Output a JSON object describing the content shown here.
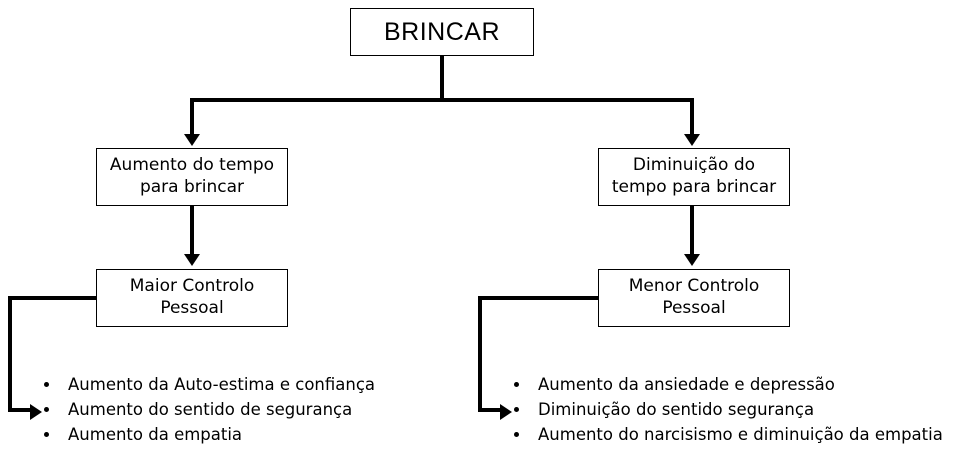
{
  "diagram": {
    "title": "BRINCAR",
    "root": {
      "label": "BRINCAR"
    },
    "branches": {
      "left": {
        "level1": "Aumento do tempo\npara brincar",
        "level1_line1": "Aumento do tempo",
        "level1_line2": "para brincar",
        "level2_line1": "Maior Controlo",
        "level2_line2": "Pessoal",
        "outcomes": [
          "Aumento da Auto-estima e confiança",
          "Aumento do sentido de segurança",
          "Aumento da empatia"
        ]
      },
      "right": {
        "level1_line1": "Diminuição do",
        "level1_line2": "tempo para brincar",
        "level2_line1": "Menor Controlo",
        "level2_line2": "Pessoal",
        "outcomes": [
          "Aumento da ansiedade e depressão",
          "Diminuição do sentido segurança",
          "Aumento do narcisismo e diminuição da empatia"
        ]
      }
    },
    "colors": {
      "stroke": "#000000",
      "background": "#ffffff",
      "text": "#000000"
    }
  }
}
